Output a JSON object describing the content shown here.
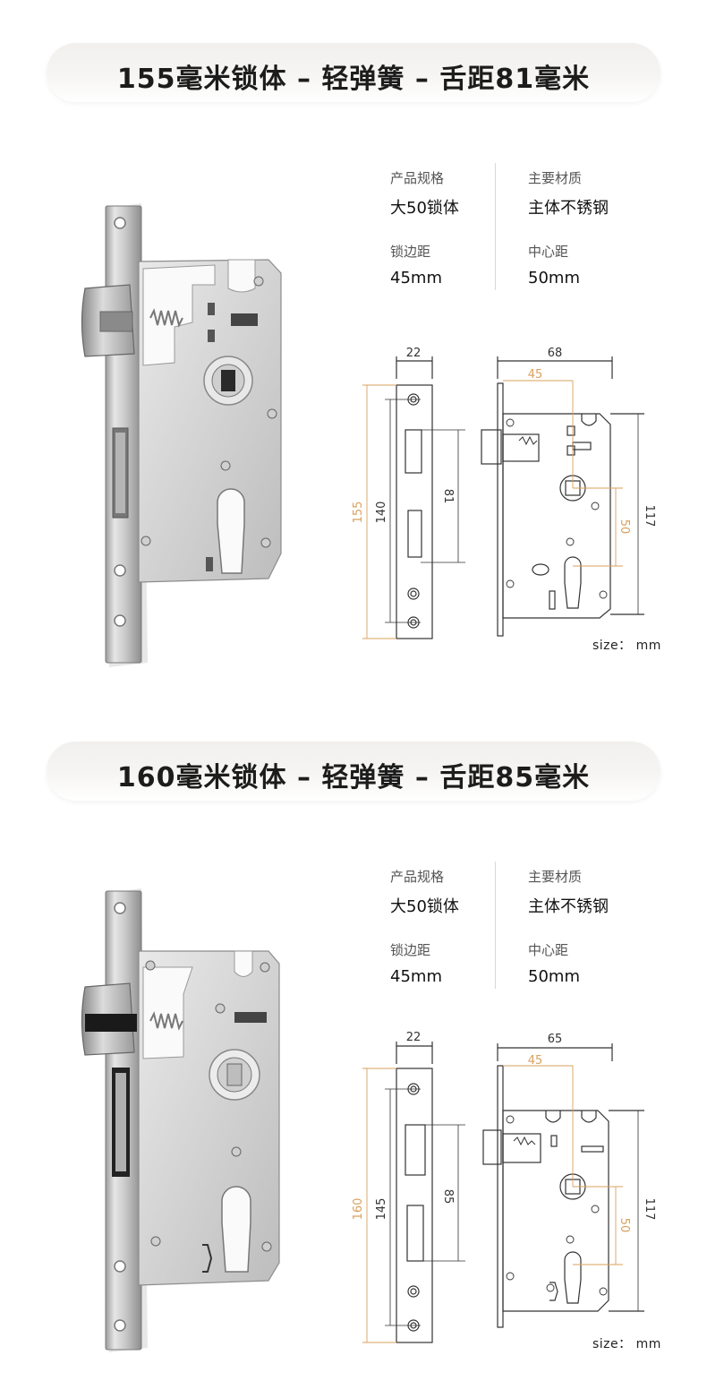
{
  "sections": [
    {
      "title": "155毫米锁体 – 轻弹簧 – 舌距81毫米",
      "specs": {
        "spec_label": "产品规格",
        "spec_value": "大50锁体",
        "material_label": "主要材质",
        "material_value": "主体不锈钢",
        "backset_label": "锁边距",
        "backset_value": "45mm",
        "center_label": "中心距",
        "center_value": "50mm"
      },
      "dims": {
        "faceplate_width": "22",
        "faceplate_length": "155",
        "case_length": "140",
        "latch_distance": "81",
        "body_width": "68",
        "backset": "45",
        "center": "50",
        "body_height": "117"
      },
      "size_note": "size： mm"
    },
    {
      "title": "160毫米锁体 – 轻弹簧 – 舌距85毫米",
      "specs": {
        "spec_label": "产品规格",
        "spec_value": "大50锁体",
        "material_label": "主要材质",
        "material_value": "主体不锈钢",
        "backset_label": "锁边距",
        "backset_value": "45mm",
        "center_label": "中心距",
        "center_value": "50mm"
      },
      "dims": {
        "faceplate_width": "22",
        "faceplate_length": "160",
        "case_length": "145",
        "latch_distance": "85",
        "body_width": "65",
        "backset": "45",
        "center": "50",
        "body_height": "117"
      },
      "size_note": "size： mm"
    }
  ],
  "colors": {
    "accent_dimension": "#d9a15e",
    "line": "#333333"
  }
}
